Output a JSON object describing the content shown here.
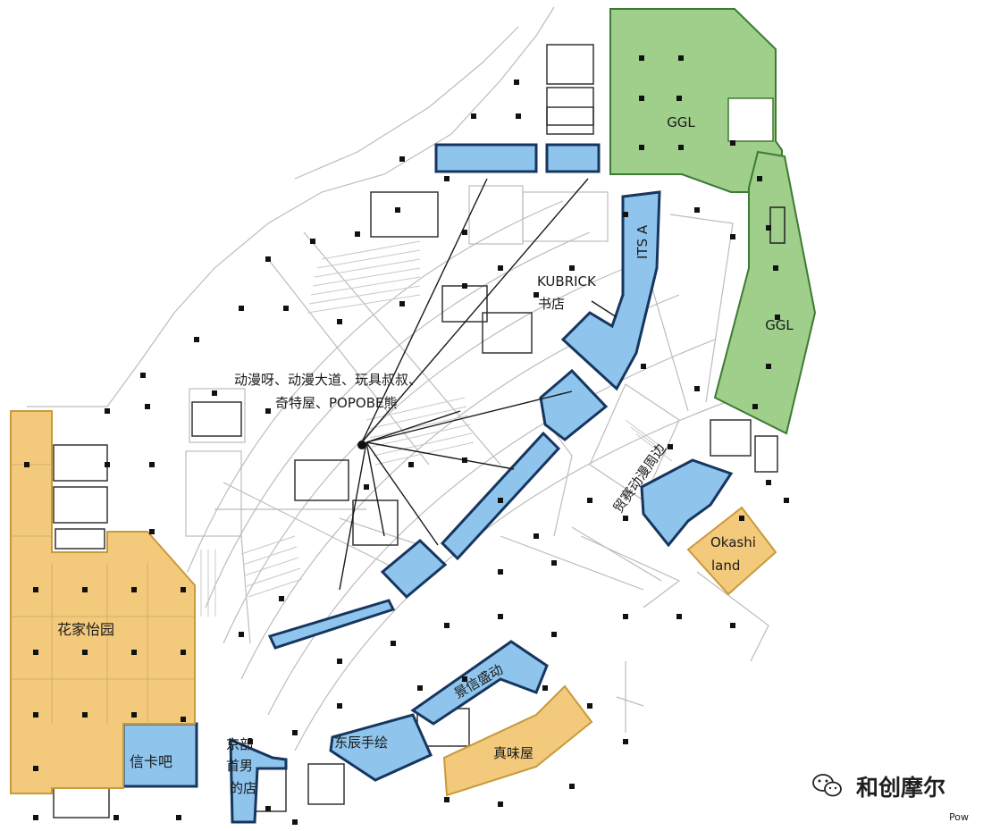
{
  "colors": {
    "green": "#9fcf8a",
    "green_stroke": "#3d7a33",
    "blue": "#8fc4ec",
    "blue_stroke": "#16365f",
    "orange": "#f3c97c",
    "orange_stroke": "#c79a3a",
    "line": "#555555",
    "grid_line": "#b9b9b9",
    "column": "#111111"
  },
  "labels": {
    "ggl_top": "GGL",
    "ggl_right": "GGL",
    "its_a": "ITS A",
    "kubrick_1": "KUBRICK",
    "kubrick_2": "书店",
    "anime_1": "动漫呀、动漫大道、玩具叔叔、",
    "anime_2": "奇特屋、POPOBE熊",
    "anime_periphery": "贸赛动漫周边",
    "okashi_1": "Okashi",
    "okashi_2": "land",
    "huajia": "花家怡园",
    "xinka": "信卡吧",
    "jingbu_1": "京部",
    "jingbu_2": "首男",
    "jingbu_3": "的店",
    "dongchen": "东辰手绘",
    "zhenmei": "真味屋",
    "jingdong": "景信盛动"
  },
  "watermark": {
    "text": "和创摩尔",
    "corner": "Pow"
  }
}
